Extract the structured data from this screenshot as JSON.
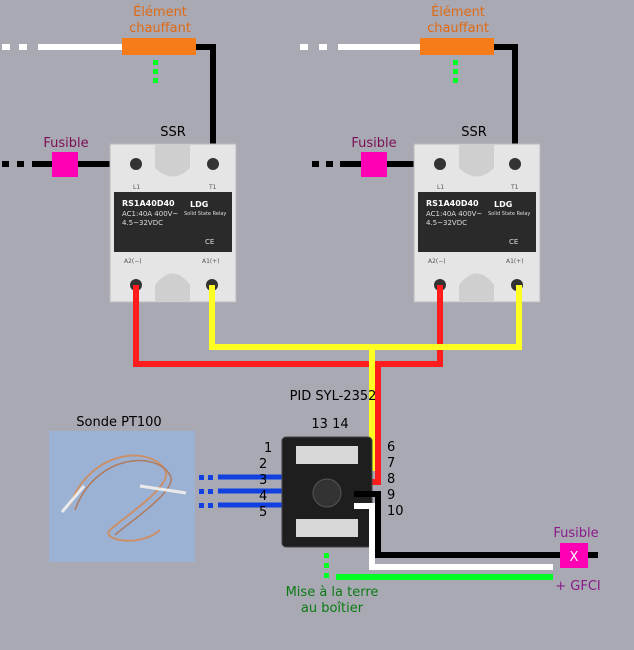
{
  "colors": {
    "background": "#a9a9b3",
    "heater": "#f57c18",
    "fuse": "#ff00b4",
    "red_wire": "#ff1c1c",
    "yellow_wire": "#ffff22",
    "black_wire": "#000000",
    "white_wire": "#ffffff",
    "green_wire": "#00ff22",
    "blue_wire": "#1040e0"
  },
  "labels": {
    "heater": "Élément chauffant",
    "ssr": "SSR",
    "fuse": "Fusible",
    "pid": "PID SYL-2352",
    "probe": "Sonde PT100",
    "ground": "Mise à la terre au boîtier",
    "gfci": "+ GFCI",
    "fuse_x": "X"
  },
  "relay": {
    "model": "RS1A40D40",
    "rating1": "AC1:40A 400V~",
    "rating2": "4.5~32VDC",
    "brand": "LDG",
    "brand_sub": "Solid State Relay",
    "term_l1": "L1",
    "term_t1": "T1",
    "term_a2": "A2(−)",
    "term_a1": "A1(+)",
    "ce": "CE"
  },
  "pid_terminals": {
    "left": [
      "1",
      "2",
      "3",
      "4",
      "5"
    ],
    "right": [
      "6",
      "7",
      "8",
      "9",
      "10"
    ],
    "top": "13 14"
  }
}
